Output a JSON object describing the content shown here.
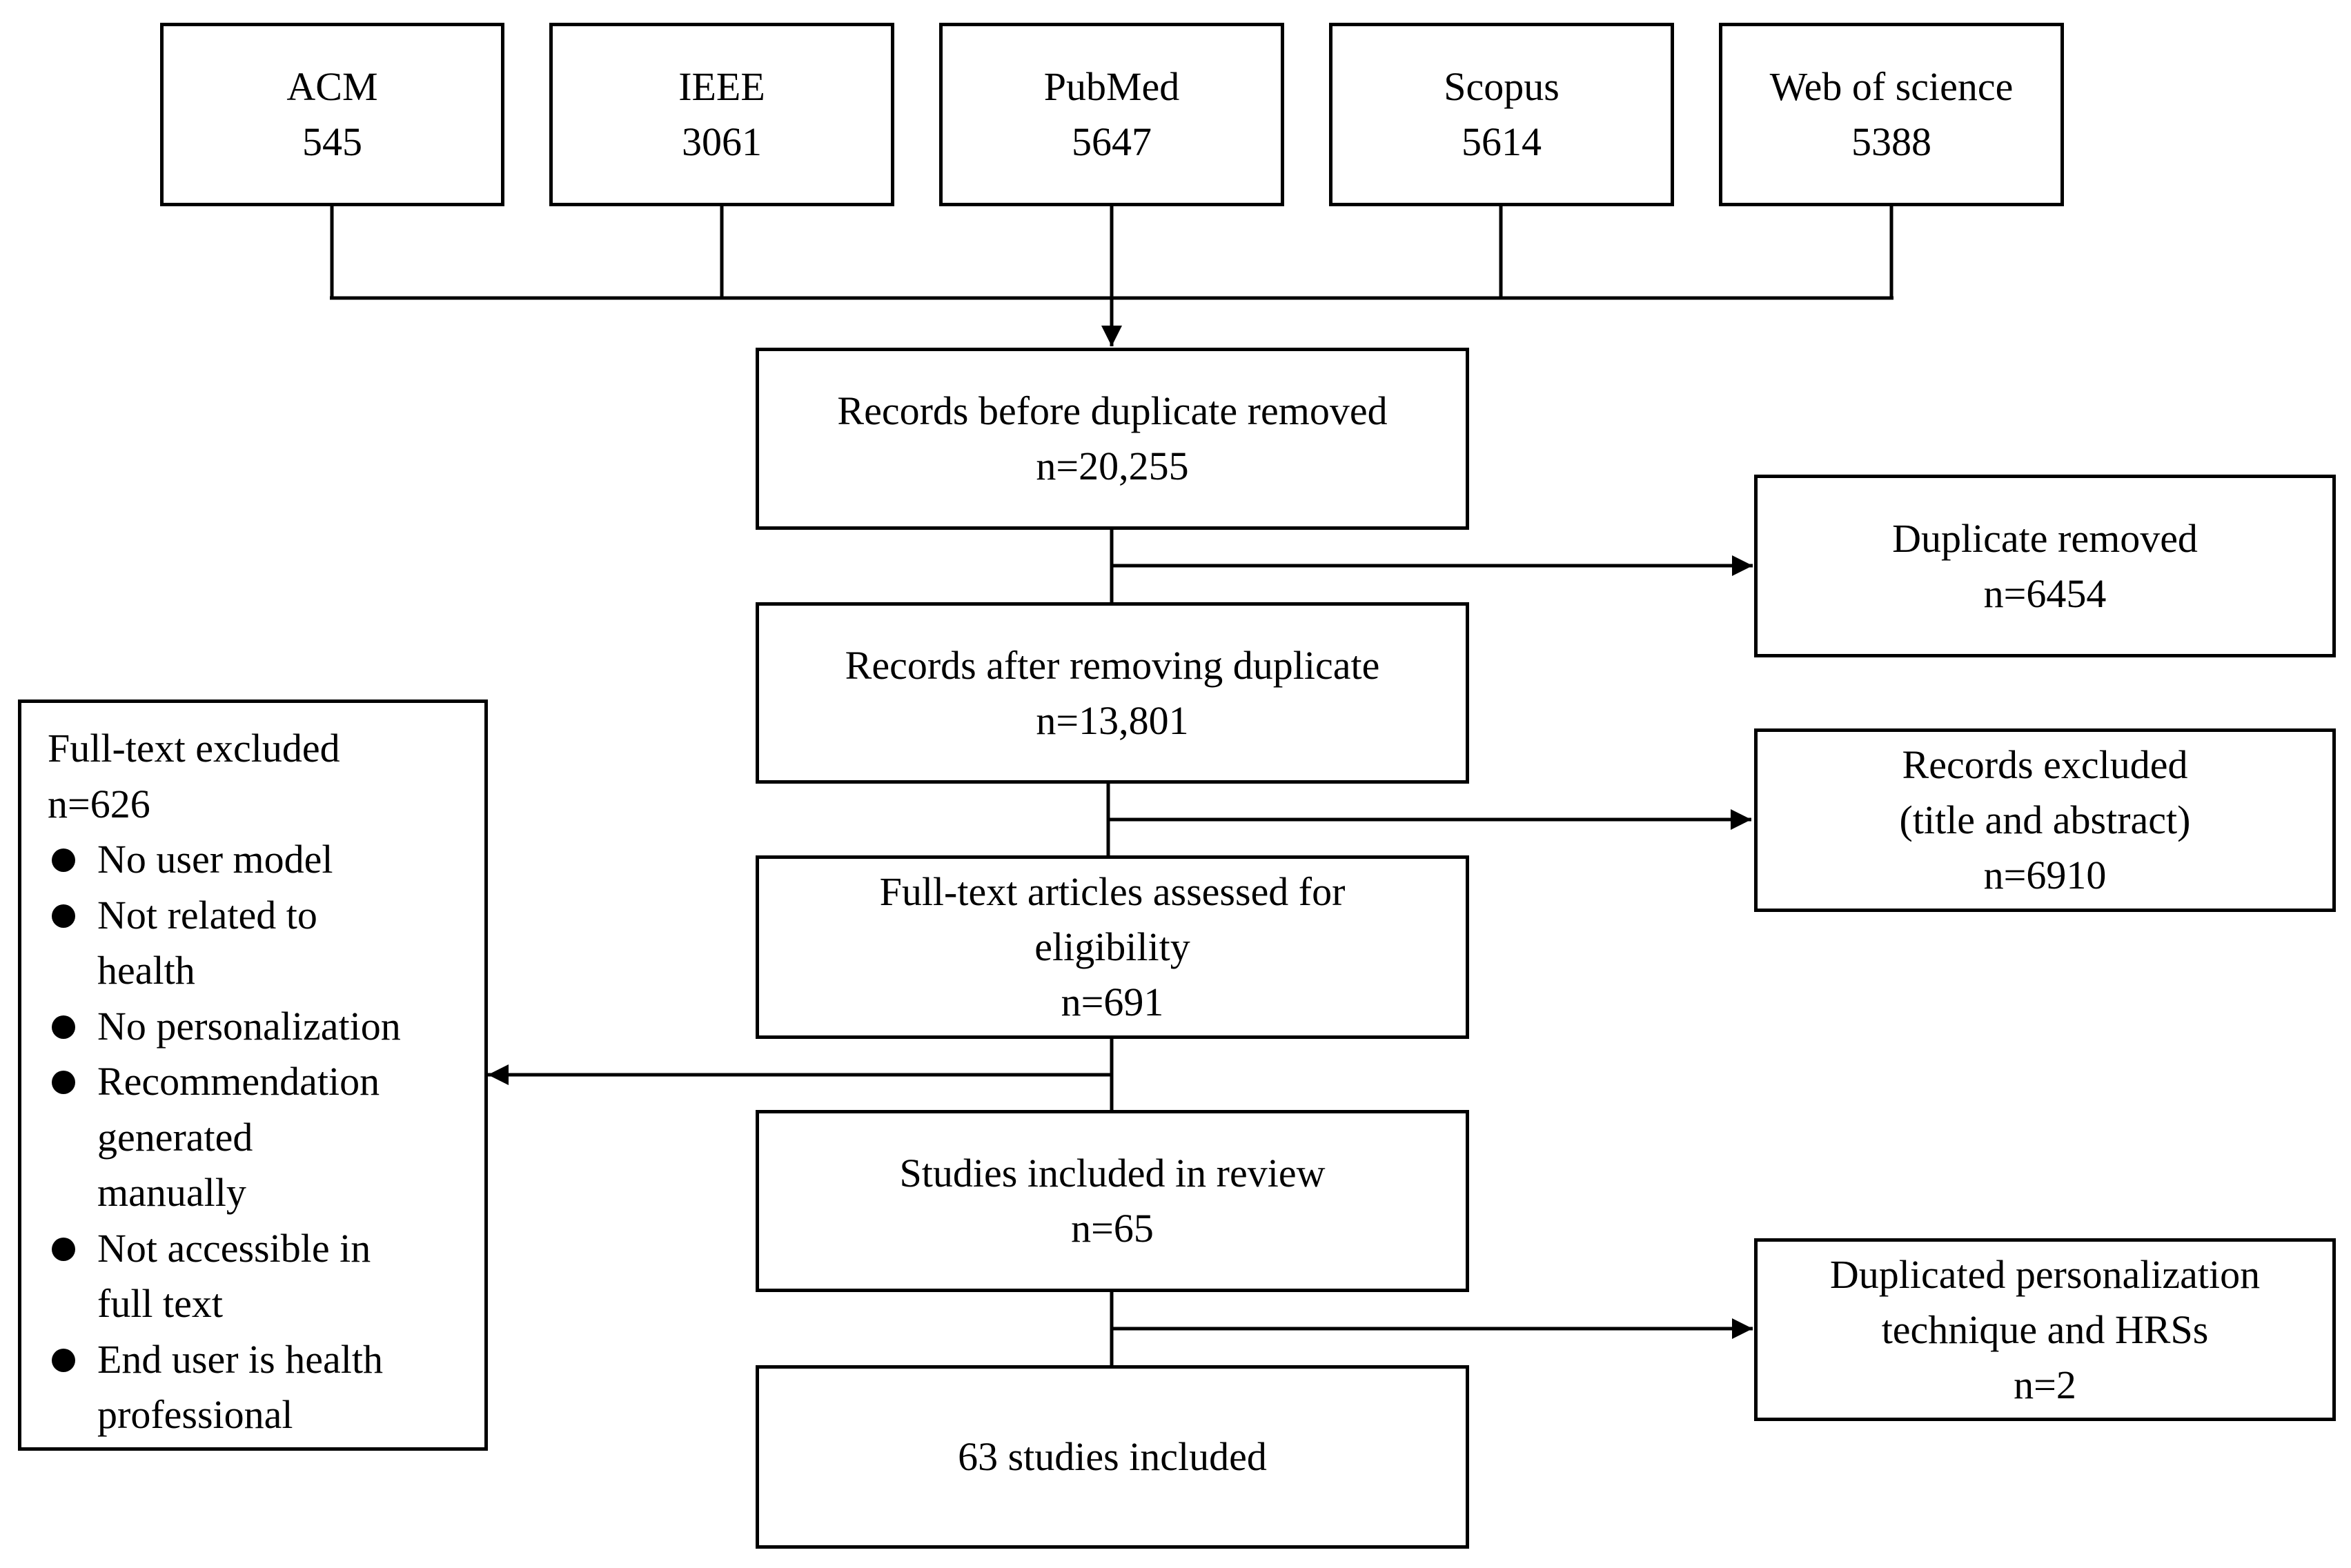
{
  "sources": [
    {
      "name": "ACM",
      "count": "545"
    },
    {
      "name": "IEEE",
      "count": "3061"
    },
    {
      "name": "PubMed",
      "count": "5647"
    },
    {
      "name": "Scopus",
      "count": "5614"
    },
    {
      "name": "Web of science",
      "count": "5388"
    }
  ],
  "main_flow": {
    "before_duplicates": {
      "label": "Records before duplicate removed",
      "count": "n=20,255"
    },
    "after_duplicates": {
      "label": "Records after removing duplicate",
      "count": "n=13,801"
    },
    "full_text_assessed": {
      "label_line1": "Full-text articles assessed for",
      "label_line2": "eligibility",
      "count": "n=691"
    },
    "studies_in_review": {
      "label": "Studies included in review",
      "count": "n=65"
    },
    "final_included": {
      "label": "63 studies included"
    }
  },
  "side_exclusions": {
    "duplicates_removed": {
      "label": "Duplicate removed",
      "count": "n=6454"
    },
    "records_excluded": {
      "label_line1": "Records excluded",
      "label_line2": "(title and abstract)",
      "count": "n=6910"
    },
    "duplicated_technique": {
      "label_line1": "Duplicated personalization",
      "label_line2": "technique and HRSs",
      "count": "n=2"
    }
  },
  "full_text_excluded": {
    "title": "Full-text excluded",
    "count": "n=626",
    "reasons": [
      "No user model",
      "Not related to\nhealth",
      "No personalization",
      "Recommendation\ngenerated\nmanually",
      "Not accessible in\nfull text",
      "End user is health\nprofessional"
    ]
  }
}
